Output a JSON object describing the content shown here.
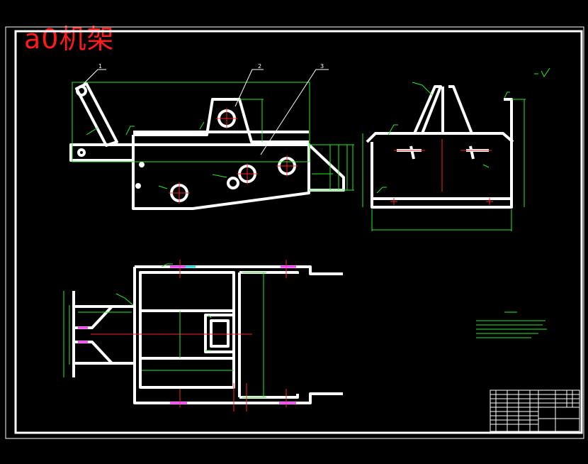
{
  "title": "a0机架",
  "balloons": [
    "1",
    "2",
    "3"
  ],
  "colors": {
    "background": "#000000",
    "outline": "#ffffff",
    "dimension": "#22ee22",
    "centerline": "#ff2020",
    "title": "#ff1a1a",
    "weld_magenta": "#ff33ff",
    "weld_cyan": "#22dddd"
  }
}
